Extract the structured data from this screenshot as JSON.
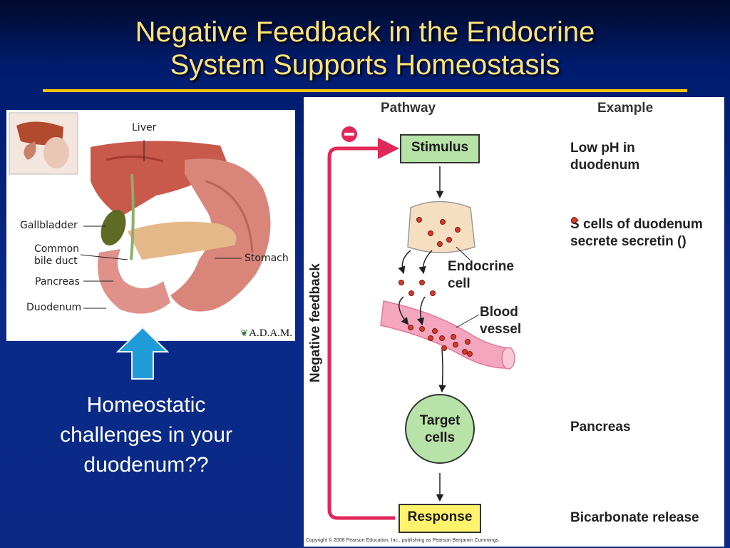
{
  "title": {
    "line1": "Negative Feedback in the Endocrine",
    "line2": "System Supports Homeostasis"
  },
  "anatomy": {
    "labels": {
      "liver": "Liver",
      "gallbladder": "Gallbladder",
      "common_bile_duct_1": "Common",
      "common_bile_duct_2": "bile duct",
      "pancreas": "Pancreas",
      "duodenum": "Duodenum",
      "stomach": "Stomach"
    },
    "logo": "A.D.A.M."
  },
  "caption": {
    "line1": "Homeostatic",
    "line2": "challenges in your",
    "line3": "duodenum??"
  },
  "diagram": {
    "headers": {
      "pathway": "Pathway",
      "example": "Example"
    },
    "side_label": "Negative feedback",
    "minus_symbol": "−",
    "stimulus": "Stimulus",
    "endocrine_cell_1": "Endocrine",
    "endocrine_cell_2": "cell",
    "blood_vessel_1": "Blood",
    "blood_vessel_2": "vessel",
    "target_cells_1": "Target",
    "target_cells_2": "cells",
    "response": "Response",
    "examples": {
      "stimulus_1": "Low pH in",
      "stimulus_2": "duodenum",
      "endocrine_1": "S cells of duodenum",
      "endocrine_2a": "secrete secretin (",
      "endocrine_2b": ")",
      "target": "Pancreas",
      "response": "Bicarbonate release"
    },
    "copyright": "Copyright © 2008 Pearson Education, Inc., publishing as Pearson Benjamin Cummings.",
    "colors": {
      "stimulus_box": "#b8e3a8",
      "response_box": "#fff36b",
      "feedback_line": "#e2275a",
      "hormone_dot": "#d63a2a"
    }
  }
}
